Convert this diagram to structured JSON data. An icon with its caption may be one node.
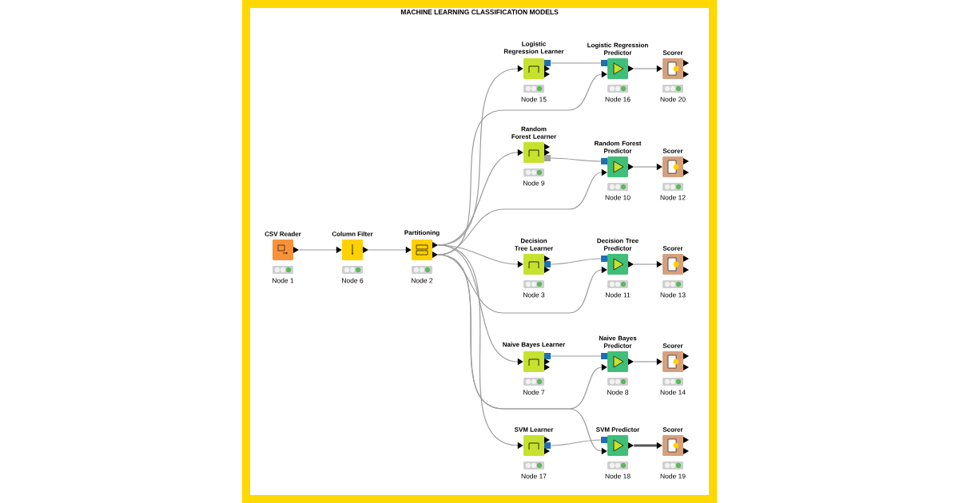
{
  "diagram": {
    "title": "MACHINE LEARNING CLASSIFICATION MODELS",
    "nodes": [
      {
        "text": [
          "CSV Reader",
          "Node 1"
        ]
      },
      {
        "text": [
          "Column Filter",
          "Node 6"
        ]
      },
      {
        "text": [
          "Partitioning",
          "Node 2"
        ]
      },
      {
        "text": [
          "Logistic Regression Learner",
          "Node 15"
        ]
      },
      {
        "text": [
          "Logistic Regression Predictor",
          "Node 16"
        ]
      },
      {
        "text": [
          "Scorer",
          "Node 20"
        ]
      },
      {
        "text": [
          "Random Forest Learner",
          "Node 9"
        ]
      },
      {
        "text": [
          "Random Forest Predictor",
          "Node 10"
        ]
      },
      {
        "text": [
          "Scorer",
          "Node 12"
        ]
      },
      {
        "text": [
          "Decision Tree Learner",
          "Node 3"
        ]
      },
      {
        "text": [
          "Decision Tree Predictor",
          "Node 11"
        ]
      },
      {
        "text": [
          "Scorer",
          "Node 13"
        ]
      },
      {
        "text": [
          "Naive Bayes Learner",
          "Node 7"
        ]
      },
      {
        "text": [
          "Naive Bayes Predictor",
          "Node 8"
        ]
      },
      {
        "text": [
          "Scorer",
          "Node 14"
        ]
      },
      {
        "text": [
          "SVM Learner",
          "Node 17"
        ]
      },
      {
        "text": [
          "SVM Predictor",
          "Node 18"
        ]
      },
      {
        "text": [
          "Scorer",
          "Node 19"
        ]
      }
    ],
    "edges": [
      {
        "from": 0,
        "to": 1,
        "arrow": "to"
      },
      {
        "from": 1,
        "to": 2,
        "arrow": "to"
      },
      {
        "from": 2,
        "to": 3,
        "arrow": "to"
      },
      {
        "from": 2,
        "to": 4,
        "arrow": "to"
      },
      {
        "from": 2,
        "to": 6,
        "arrow": "to"
      },
      {
        "from": 2,
        "to": 7,
        "arrow": "to"
      },
      {
        "from": 2,
        "to": 9,
        "arrow": "to"
      },
      {
        "from": 2,
        "to": 10,
        "arrow": "to"
      },
      {
        "from": 2,
        "to": 12,
        "arrow": "to"
      },
      {
        "from": 2,
        "to": 13,
        "arrow": "to"
      },
      {
        "from": 2,
        "to": 15,
        "arrow": "to"
      },
      {
        "from": 2,
        "to": 16,
        "arrow": "to"
      },
      {
        "from": 3,
        "to": 4,
        "arrow": "none"
      },
      {
        "from": 4,
        "to": 5,
        "arrow": "to"
      },
      {
        "from": 6,
        "to": 7,
        "arrow": "none"
      },
      {
        "from": 7,
        "to": 8,
        "arrow": "to"
      },
      {
        "from": 9,
        "to": 10,
        "arrow": "none"
      },
      {
        "from": 10,
        "to": 11,
        "arrow": "to"
      },
      {
        "from": 12,
        "to": 13,
        "arrow": "none"
      },
      {
        "from": 13,
        "to": 14,
        "arrow": "to"
      },
      {
        "from": 15,
        "to": 16,
        "arrow": "none"
      },
      {
        "from": 16,
        "to": 17,
        "arrow": "to",
        "style": "thick",
        "color": "#555555"
      }
    ]
  }
}
